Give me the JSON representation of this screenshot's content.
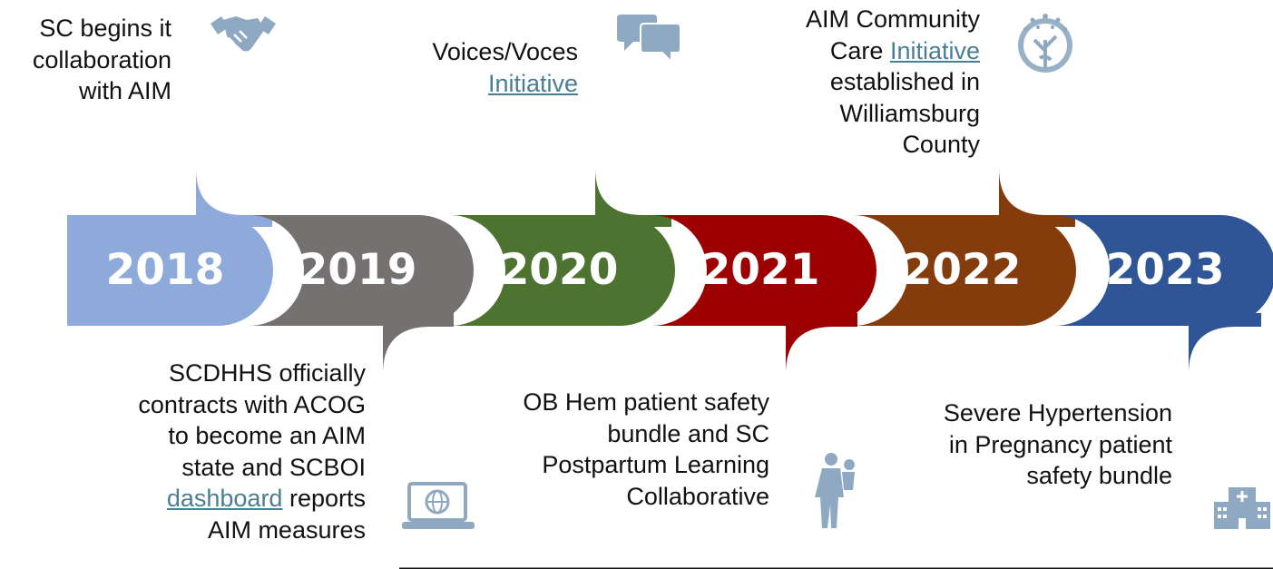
{
  "colors": {
    "y2018": "#8eaadb",
    "y2019": "#757171",
    "y2020": "#4d7330",
    "y2021": "#9c0000",
    "y2022": "#843c0c",
    "y2023": "#2f5597",
    "icon": "#8ea9c1",
    "link": "#4a7f93"
  },
  "years": [
    "2018",
    "2019",
    "2020",
    "2021",
    "2022",
    "2023"
  ],
  "events": {
    "e2018": {
      "line1": "SC begins it",
      "line2": "collaboration",
      "line3": "with AIM",
      "icon": "handshake-icon"
    },
    "e2019": {
      "line1": "SCDHHS officially",
      "line2": "contracts with ACOG",
      "line3": "to become an AIM",
      "line4": "state and SCBOI",
      "link": "dashboard",
      "line5_rest": " reports",
      "line6": "AIM measures",
      "icon": "laptop-globe-icon"
    },
    "e2020": {
      "line1": "Voices/Voces",
      "link": "Initiative",
      "icon": "speech-bubbles-icon"
    },
    "e2021": {
      "line1": "OB Hem patient safety",
      "line2": "bundle and SC",
      "line3": "Postpartum Learning",
      "line4": "Collaborative",
      "icon": "mother-child-icon"
    },
    "e2022": {
      "line1": "AIM Community",
      "line2_pre": "Care ",
      "link": "Initiative",
      "line3": "established in",
      "line4": "Williamsburg",
      "line5": "County",
      "icon": "tree-figure-icon"
    },
    "e2023": {
      "line1": "Severe Hypertension",
      "line2": "in Pregnancy patient",
      "line3": "safety bundle",
      "icon": "hospital-icon"
    }
  }
}
